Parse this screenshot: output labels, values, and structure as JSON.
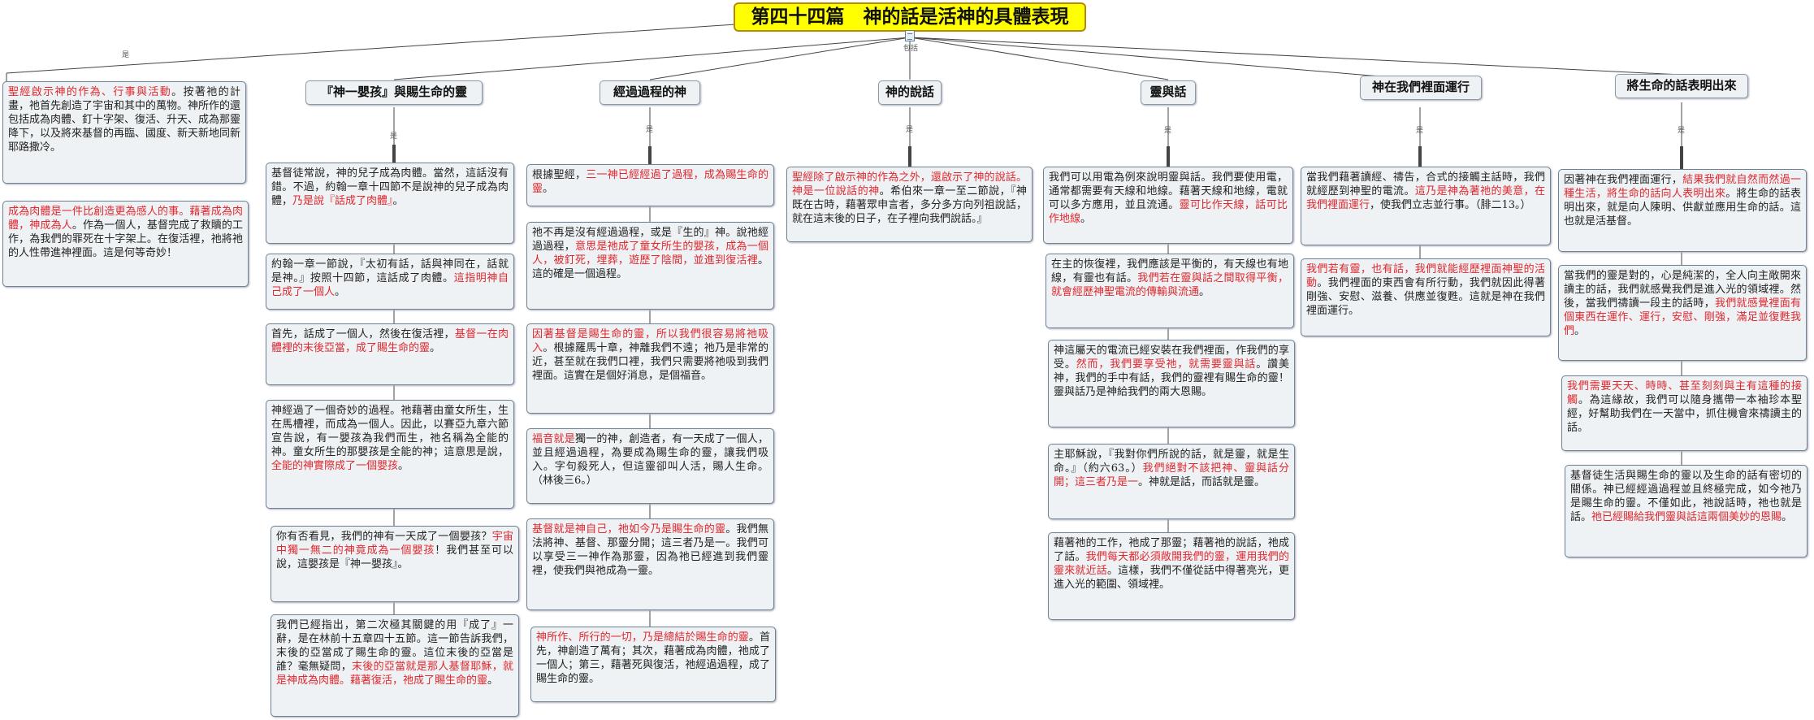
{
  "title": "第四十四篇　神的話是活神的具體表現",
  "label_yes": "是",
  "label_includes": "包括",
  "branches": [
    "『神一嬰孩』與賜生命的靈",
    "經過過程的神",
    "神的說話",
    "靈與話",
    "神在我們裡面運行",
    "將生命的話表明出來"
  ],
  "nodes": {
    "left1": [
      {
        "t": "聖經啟示神的作為、行事與活動",
        "c": "red"
      },
      {
        "t": "。按著祂的計畫，祂首先創造了宇宙和其中的萬物。神所作的還包括成為肉體、釘十字架、復活、升天、成為那靈降下，以及將來基督的再臨、國度、新天新地同新耶路撒冷。",
        "c": ""
      }
    ],
    "left2": [
      {
        "t": "成為肉體是一件比創造更為感人的事。藉著成為肉體，神成為人",
        "c": "red"
      },
      {
        "t": "。作為一個人，基督完成了救贖的工作，為我們的罪死在十字架上。在復活裡，祂將祂的人性帶進神裡面。這是何等奇妙！",
        "c": ""
      }
    ],
    "b1n1": [
      {
        "t": "基督徒常說，神的兒子成為肉體。當然，這話沒有錯。不過，約翰一章十四節不是說神的兒子成為肉體，",
        "c": ""
      },
      {
        "t": "乃是說『話成了肉體』",
        "c": "red"
      },
      {
        "t": "。",
        "c": ""
      }
    ],
    "b1n2": [
      {
        "t": "約翰一章一節說，『太初有話，話與神同在，話就是神。』按照十四節，這話成了肉體。",
        "c": ""
      },
      {
        "t": "這指明神自己成了一個人",
        "c": "red"
      },
      {
        "t": "。",
        "c": ""
      }
    ],
    "b1n3": [
      {
        "t": "首先，話成了一個人，然後在復活裡，",
        "c": ""
      },
      {
        "t": "基督一在肉體裡的末後亞當，成了賜生命的靈",
        "c": "red"
      },
      {
        "t": "。",
        "c": ""
      }
    ],
    "b1n4": [
      {
        "t": "神經過了一個奇妙的過程。祂藉著由童女所生，生在馬槽裡，而成為一個人。因此，以賽亞九章六節宣告說，有一嬰孩為我們而生，祂名稱為全能的神。童女所生的那嬰孩是全能的神；這意思是說，",
        "c": ""
      },
      {
        "t": "全能的神實際成了一個嬰孩",
        "c": "red"
      },
      {
        "t": "。",
        "c": ""
      }
    ],
    "b1n5": [
      {
        "t": "你有否看見，我們的神有一天成了一個嬰孩？",
        "c": ""
      },
      {
        "t": "宇宙中獨一無二的神竟成為一個嬰孩",
        "c": "red"
      },
      {
        "t": "！我們甚至可以說，這嬰孩是『神一嬰孩』。",
        "c": ""
      }
    ],
    "b1n6": [
      {
        "t": "我們已經指出，第二次極其關鍵的用『成了』一辭，是在林前十五章四十五節。這一節告訴我們，末後的亞當成了賜生命的靈。這位末後的亞當是誰？毫無疑問，",
        "c": ""
      },
      {
        "t": "末後的亞當就是那人基督耶穌，就是神成為肉體。藉著復活，祂成了賜生命的靈",
        "c": "red"
      },
      {
        "t": "。",
        "c": ""
      }
    ],
    "b2n1": [
      {
        "t": "根據聖經，",
        "c": ""
      },
      {
        "t": "三一神已經經過了過程，成為賜生命的靈",
        "c": "red"
      },
      {
        "t": "。",
        "c": ""
      }
    ],
    "b2n2": [
      {
        "t": "祂不再是沒有經過過程，或是『生的』神。說祂經過過程，",
        "c": ""
      },
      {
        "t": "意思是祂成了童女所生的嬰孩，成為一個人，被釘死，埋葬，遊歷了陰間，並進到復活裡",
        "c": "red"
      },
      {
        "t": "。這的確是一個過程。",
        "c": ""
      }
    ],
    "b2n3": [
      {
        "t": "因著基督是賜生命的靈，所以我們很容易將祂吸入",
        "c": "red"
      },
      {
        "t": "。根據羅馬十章，神離我們不遠；祂乃是非常的近，甚至就在我們口裡，我們只需要將祂吸到我們裡面。這實在是個好消息，是個福音。",
        "c": ""
      }
    ],
    "b2n4": [
      {
        "t": "福音就是",
        "c": "red"
      },
      {
        "t": "獨一的神，創造者，有一天成了一個人，並且經過過程，為要成為賜生命的靈，讓我們吸入。字句殺死人，但這靈卻叫人活，賜人生命。（林後三6。）",
        "c": ""
      }
    ],
    "b2n5": [
      {
        "t": "基督就是神自己，祂如今乃是賜生命的靈",
        "c": "red"
      },
      {
        "t": "。我們無法將神、基督、那靈分開；這三者乃是一。我們可以享受三一神作為那靈，因為祂已經進到我們靈裡，使我們與祂成為一靈。",
        "c": ""
      }
    ],
    "b2n6": [
      {
        "t": "神所作、所行的一切，乃是總結於賜生命的靈",
        "c": "red"
      },
      {
        "t": "。首先，神創造了萬有；其次，藉著成為肉體，祂成了一個人；第三，藉著死與復活，祂經過過程，成了賜生命的靈。",
        "c": ""
      }
    ],
    "b3n1": [
      {
        "t": "聖經除了啟示神的作為之外，還啟示了神的說話。神是一位說話的神",
        "c": "red"
      },
      {
        "t": "。希伯來一章一至二節說，『神既在古時，藉著眾申言者，多分多方向列祖說話，就在這末後的日子，在子裡向我們說話。』",
        "c": ""
      }
    ],
    "b4n1": [
      {
        "t": "我們可以用電為例來說明靈與話。我們要使用電，通常都需要有天線和地線。藉著天線和地線，電就可以多方應用，並且流通。",
        "c": ""
      },
      {
        "t": "靈可比作天線，話可比作地線",
        "c": "red"
      },
      {
        "t": "。",
        "c": ""
      }
    ],
    "b4n2": [
      {
        "t": "在主的恢復裡，我們應該是平衡的，有天線也有地線，有靈也有話。",
        "c": ""
      },
      {
        "t": "我們若在靈與話之間取得平衡，就會經歷神聖電流的傳輸與流通",
        "c": "red"
      },
      {
        "t": "。",
        "c": ""
      }
    ],
    "b4n3": [
      {
        "t": "神這屬天的電流已經安裝在我們裡面，作我們的享受。",
        "c": ""
      },
      {
        "t": "然而，我們要享受祂，就需要靈與話",
        "c": "red"
      },
      {
        "t": "。讚美神，我們的手中有話，我們的靈裡有賜生命的靈！靈與話乃是神給我們的兩大恩賜。",
        "c": ""
      }
    ],
    "b4n4": [
      {
        "t": "主耶穌說，『我對你們所說的話，就是靈，就是生命。』（約六63。）",
        "c": ""
      },
      {
        "t": "我們絕對不該把神、靈與話分開；這三者乃是一",
        "c": "red"
      },
      {
        "t": "。神就是話，而話就是靈。",
        "c": ""
      }
    ],
    "b4n5": [
      {
        "t": "藉著祂的工作，祂成了那靈；藉著祂的說話，祂成了話。",
        "c": ""
      },
      {
        "t": "我們每天都必須敞開我們的靈，運用我們的靈來就近話",
        "c": "red"
      },
      {
        "t": "。這樣，我們不僅從話中得著亮光，更進入光的範圍、領域裡。",
        "c": ""
      }
    ],
    "b5n1": [
      {
        "t": "當我們藉著讀經、禱告，合式的接觸主話時，我們就經歷到神聖的電流。",
        "c": ""
      },
      {
        "t": "這乃是神為著祂的美意，在我們裡面運行",
        "c": "red"
      },
      {
        "t": "，使我們立志並行事。（腓二13。）",
        "c": ""
      }
    ],
    "b5n2": [
      {
        "t": "我們若有靈，也有話，我們就能經歷裡面神聖的活動",
        "c": "red"
      },
      {
        "t": "。我們裡面的東西會有所行動，我們就因此得著剛強、安慰、滋養、供應並復甦。這就是神在我們裡面運行。",
        "c": ""
      }
    ],
    "b6n1": [
      {
        "t": "因著神在我們裡面運行，",
        "c": ""
      },
      {
        "t": "結果我們就自然而然過一種生活，將生命的話向人表明出來",
        "c": "red"
      },
      {
        "t": "。將生命的話表明出來，就是向人陳明、供獻並應用生命的話。這也就是活基督。",
        "c": ""
      }
    ],
    "b6n2": [
      {
        "t": "當我們的靈是對的，心是純潔的，全人向主敞開來讀主的話，我們就感覺我們是進入光的領域裡。然後，當我們禱讀一段主的話時，",
        "c": ""
      },
      {
        "t": "我們就感覺裡面有個東西在運作、運行，安慰、剛強，滿足並復甦我們",
        "c": "red"
      },
      {
        "t": "。",
        "c": ""
      }
    ],
    "b6n3": [
      {
        "t": "我們需要天天、時時、甚至刻刻與主有這種的接觸",
        "c": "red"
      },
      {
        "t": "。為這緣故，我們可以隨身攜帶一本袖珍本聖經，好幫助我們在一天當中，抓住機會來禱讀主的話。",
        "c": ""
      }
    ],
    "b6n4": [
      {
        "t": "基督徒生活與賜生命的靈以及生命的話有密切的關係。神已經經過過程並且終極完成，如今祂乃是賜生命的靈。不僅如此，祂說話時，祂也就是話。",
        "c": ""
      },
      {
        "t": "祂已經賜給我們靈與話這兩個美妙的恩賜",
        "c": "red"
      },
      {
        "t": "。",
        "c": ""
      }
    ]
  }
}
